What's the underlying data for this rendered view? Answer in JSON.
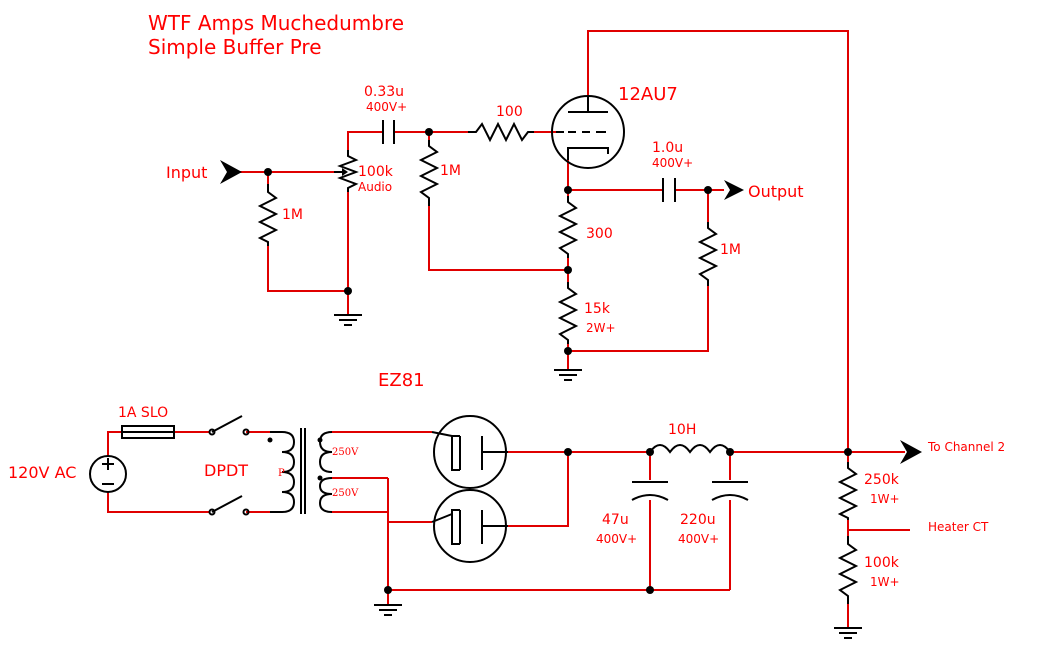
{
  "title": {
    "line1": "WTF Amps Muchedumbre",
    "line2": "Simple Buffer Pre"
  },
  "tube_preamp": "12AU7",
  "tube_rectifier": "EZ81",
  "io": {
    "input": "Input",
    "output": "Output",
    "to_channel2": "To Channel 2",
    "heater_ct": "Heater CT"
  },
  "input_cap": {
    "value": "0.33u",
    "rating": "400V+"
  },
  "grid_resistor": "100",
  "volume_pot": {
    "value": "100k",
    "taper": "Audio"
  },
  "input_resistor": "1M",
  "grid_leak": "1M",
  "output_cap": {
    "value": "1.0u",
    "rating": "400V+"
  },
  "output_resistor": "1M",
  "cathode_r1": "300",
  "cathode_r2": {
    "value": "15k",
    "rating": "2W+"
  },
  "mains": {
    "source": "120V AC",
    "fuse": "1A SLO",
    "switch": "DPDT"
  },
  "transformer": {
    "primary": "P",
    "sec1": "250V",
    "sec2": "250V"
  },
  "choke": "10H",
  "filter_cap1": {
    "value": "47u",
    "rating": "400V+"
  },
  "filter_cap2": {
    "value": "220u",
    "rating": "400V+"
  },
  "divider_r1": {
    "value": "250k",
    "rating": "1W+"
  },
  "divider_r2": {
    "value": "100k",
    "rating": "1W+"
  }
}
